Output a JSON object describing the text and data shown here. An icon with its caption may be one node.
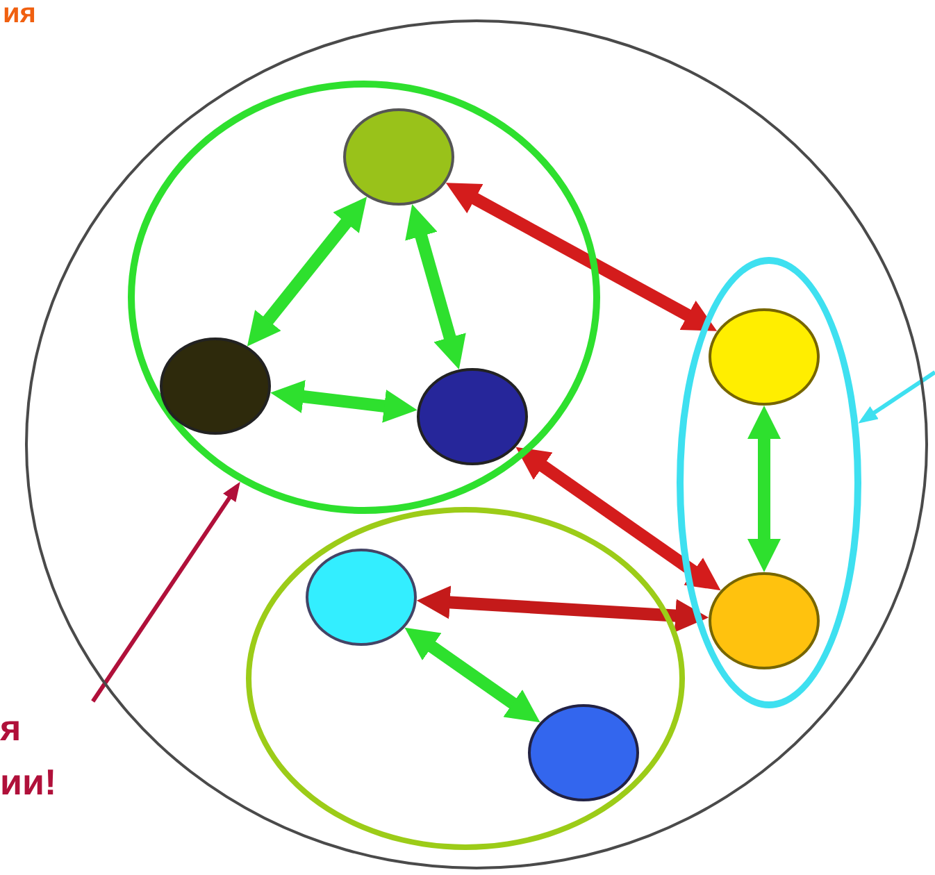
{
  "diagram": {
    "nodes": [
      {
        "text": [],
        "shape": "circle"
      },
      {
        "text": [],
        "shape": "circle",
        "in": 0
      },
      {
        "text": [],
        "shape": "circle",
        "in": 1
      },
      {
        "text": [],
        "shape": "circle",
        "in": 1
      },
      {
        "text": [],
        "shape": "circle",
        "in": 1
      },
      {
        "text": [],
        "shape": "circle",
        "in": 0
      },
      {
        "text": [],
        "shape": "circle",
        "in": 5
      },
      {
        "text": [],
        "shape": "circle",
        "in": 5
      },
      {
        "text": [],
        "shape": "circle",
        "in": 0
      },
      {
        "text": [],
        "shape": "circle",
        "in": 8
      },
      {
        "text": [],
        "shape": "circle",
        "in": 8
      },
      {
        "text": [
          "я ии!"
        ]
      }
    ],
    "edges": [
      {
        "from": 2,
        "to": 3,
        "arrow": "both"
      },
      {
        "from": 2,
        "to": 4,
        "arrow": "both"
      },
      {
        "from": 3,
        "to": 4,
        "arrow": "both"
      },
      {
        "from": 2,
        "to": 6,
        "arrow": "both",
        "color": "#d41c1c"
      },
      {
        "from": 4,
        "to": 7,
        "arrow": "both",
        "color": "#d41c1c"
      },
      {
        "from": 7,
        "to": 9,
        "arrow": "both",
        "color": "#c41a1a"
      },
      {
        "from": 6,
        "to": 7,
        "arrow": "both"
      },
      {
        "from": 9,
        "to": 10,
        "arrow": "both"
      },
      {
        "from": 11,
        "to": 1,
        "arrow": "to",
        "color": "#b0103a"
      },
      {
        "from": null,
        "to": 5,
        "arrow": "to",
        "color": "#3ee0f0"
      }
    ],
    "labels": [
      "ия"
    ]
  }
}
